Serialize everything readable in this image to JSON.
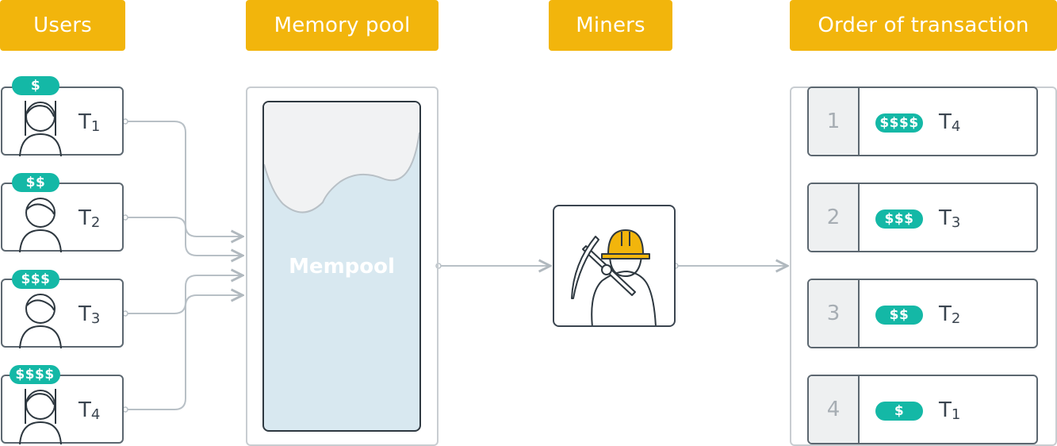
{
  "colors": {
    "header_bg": "#f2b50c",
    "badge_bg": "#14b8a6",
    "mempool_fill": "#d8e8f0",
    "mempool_empty": "#f1f2f3",
    "connector": "#b8c0c6"
  },
  "headers": {
    "users": "Users",
    "memory_pool": "Memory pool",
    "miners": "Miners",
    "order": "Order of transaction"
  },
  "users": [
    {
      "fee": "$",
      "tx": "T",
      "sub": "1",
      "avatar": "female-user-icon"
    },
    {
      "fee": "$$",
      "tx": "T",
      "sub": "2",
      "avatar": "male-user-icon"
    },
    {
      "fee": "$$$",
      "tx": "T",
      "sub": "3",
      "avatar": "male-user-icon"
    },
    {
      "fee": "$$$$",
      "tx": "T",
      "sub": "4",
      "avatar": "female-user-icon"
    }
  ],
  "mempool": {
    "label": "Mempool"
  },
  "miner": {
    "icon": "miner-with-pickaxe-icon"
  },
  "order": [
    {
      "rank": "1",
      "fee": "$$$$",
      "tx": "T",
      "sub": "4"
    },
    {
      "rank": "2",
      "fee": "$$$",
      "tx": "T",
      "sub": "3"
    },
    {
      "rank": "3",
      "fee": "$$",
      "tx": "T",
      "sub": "2"
    },
    {
      "rank": "4",
      "fee": "$",
      "tx": "T",
      "sub": "1"
    }
  ]
}
